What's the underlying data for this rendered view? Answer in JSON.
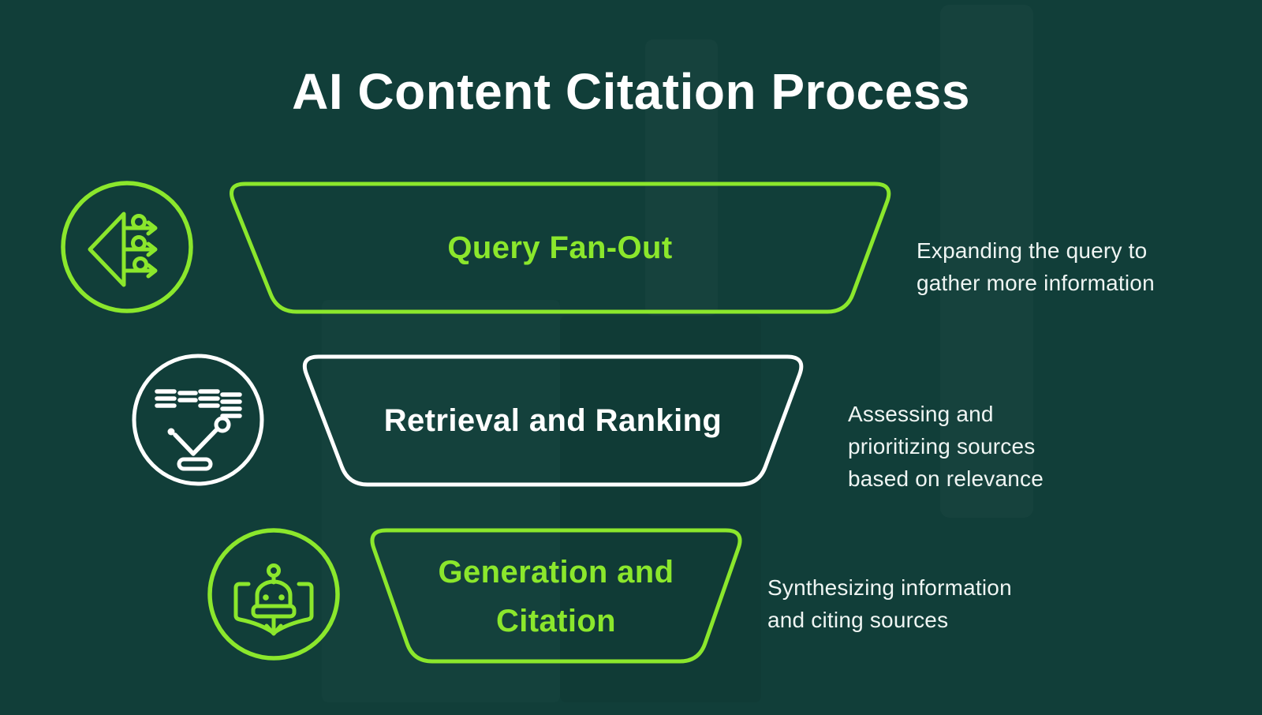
{
  "page": {
    "title": "AI Content Citation Process"
  },
  "theme": {
    "background": "#113E39",
    "accent_green": "#8BE72C",
    "white": "#FFFFFF",
    "description_text": "#EFF5F3"
  },
  "steps": [
    {
      "id": "query-fan-out",
      "label": "Query Fan-Out",
      "description": "Expanding the query to gather more information",
      "icon": "fan-out-icon",
      "color_role": "green"
    },
    {
      "id": "retrieval-and-ranking",
      "label": "Retrieval and Ranking",
      "description": "Assessing and prioritizing sources based on relevance",
      "icon": "list-ranking-icon",
      "color_role": "white"
    },
    {
      "id": "generation-and-citation",
      "label": "Generation and Citation",
      "description": "Synthesizing information and citing sources",
      "icon": "robot-book-icon",
      "color_role": "green"
    }
  ]
}
